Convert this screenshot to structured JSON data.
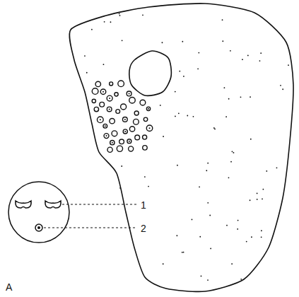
{
  "diagram": {
    "labels": [
      "1",
      "2",
      "A"
    ]
  }
}
